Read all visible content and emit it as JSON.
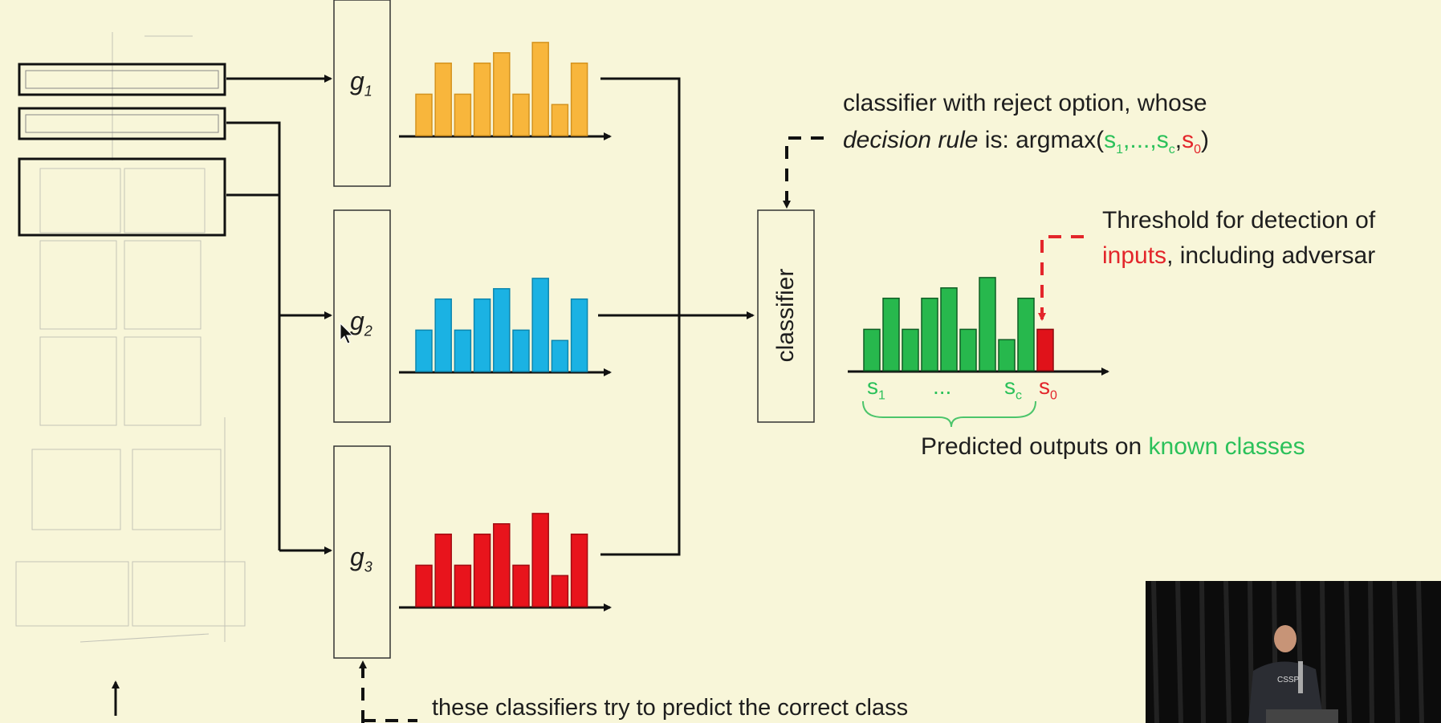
{
  "figure": {
    "g1_label": "g",
    "g1_sub": "1",
    "g2_label": "g",
    "g2_sub": "2",
    "g3_label": "g",
    "g3_sub": "3",
    "classifier_label": "classifier"
  },
  "annotation": {
    "line1": "classifier with reject option, whose",
    "line2_em": "decision rule",
    "line2_rest": " is: argmax(",
    "s1": "s",
    "s1_sub": "1",
    "ellipsis": ",...,",
    "sc": "s",
    "sc_sub": "c",
    "comma": ",",
    "s0": "s",
    "s0_sub": "0",
    "close": ")"
  },
  "threshold": {
    "line1": "Threshold for detection of",
    "line2_red": "inputs",
    "line2_rest": ", including adversar"
  },
  "output_axis": {
    "s1": "s",
    "s1_sub": "1",
    "dots": "...",
    "sc": "s",
    "sc_sub": "c",
    "s0": "s",
    "s0_sub": "0"
  },
  "predicted": {
    "text": "Predicted outputs on ",
    "green": "known classes"
  },
  "bottom_caption": "these classifiers try to predict the correct class",
  "colors": {
    "orange": "#f8b63c",
    "blue": "#1bb2e3",
    "red": "#e8141c",
    "green": "#27b84d",
    "reject": "#e0121a",
    "background": "#f8f6d9"
  },
  "chart_data": [
    {
      "type": "bar",
      "name": "",
      "values": [
        4,
        7,
        4,
        7,
        8,
        4,
        9,
        3,
        7
      ]
    },
    {
      "type": "bar",
      "name": "",
      "values": [
        4,
        7,
        4,
        7,
        8,
        4,
        9,
        3,
        7
      ]
    },
    {
      "type": "bar",
      "name": "",
      "values": [
        4,
        7,
        4,
        7,
        8,
        4,
        9,
        3,
        7
      ]
    },
    {
      "type": "bar",
      "name": "",
      "values": [
        4,
        7,
        4,
        7,
        8,
        4,
        9,
        3,
        7
      ],
      "reject_value": 4
    }
  ],
  "presenter": {
    "shirt_text": "CSSP"
  }
}
